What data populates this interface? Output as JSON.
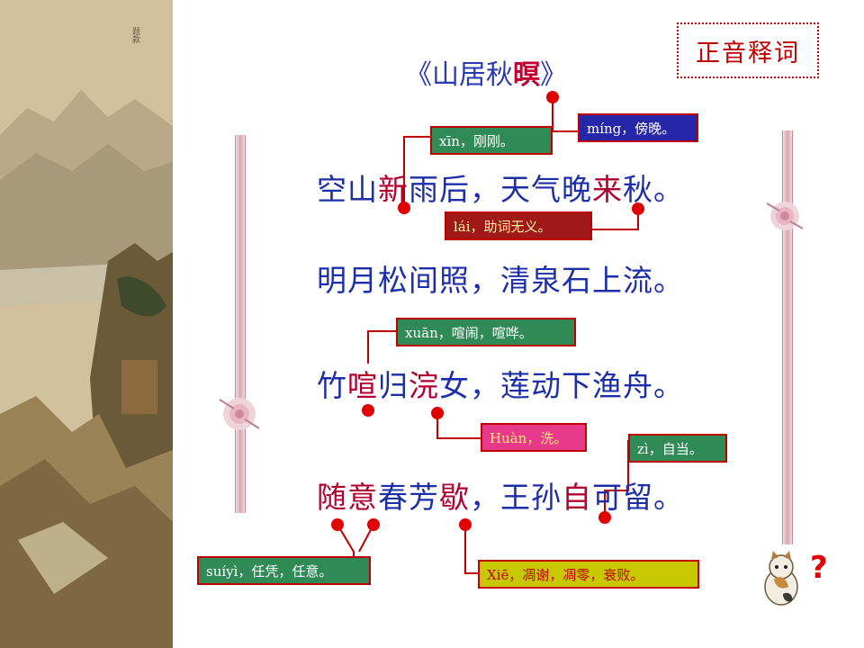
{
  "badge": "正音释词",
  "title": {
    "pre": "《山居秋",
    "key": "暝",
    "post": "》"
  },
  "lines": [
    {
      "p1": "空山",
      "k1": "新",
      "p2": "雨后，天气晚",
      "k2": "来",
      "p3": "秋。"
    },
    {
      "text": "明月松间照，清泉石上流。"
    },
    {
      "p1": "竹",
      "k1": "喧",
      "p2": "归",
      "k2": "浣",
      "p3": "女，莲动下渔舟。"
    },
    {
      "k1": "随意",
      "p2": "春芳",
      "k2": "歇",
      "p3": "，王孙",
      "k3": "自",
      "p4": "可留。"
    }
  ],
  "notes": {
    "ming": "míng，傍晚。",
    "xin": "xīn，刚刚。",
    "lai": "lái，助词无义。",
    "xuan": "xuān，喧闹，喧哗。",
    "huan": "Huàn，洗。",
    "zi": "zì，自当。",
    "suiyi": "suíyì，任凭，任意。",
    "xie": "Xiē，凋谢，凋零，衰败。"
  }
}
